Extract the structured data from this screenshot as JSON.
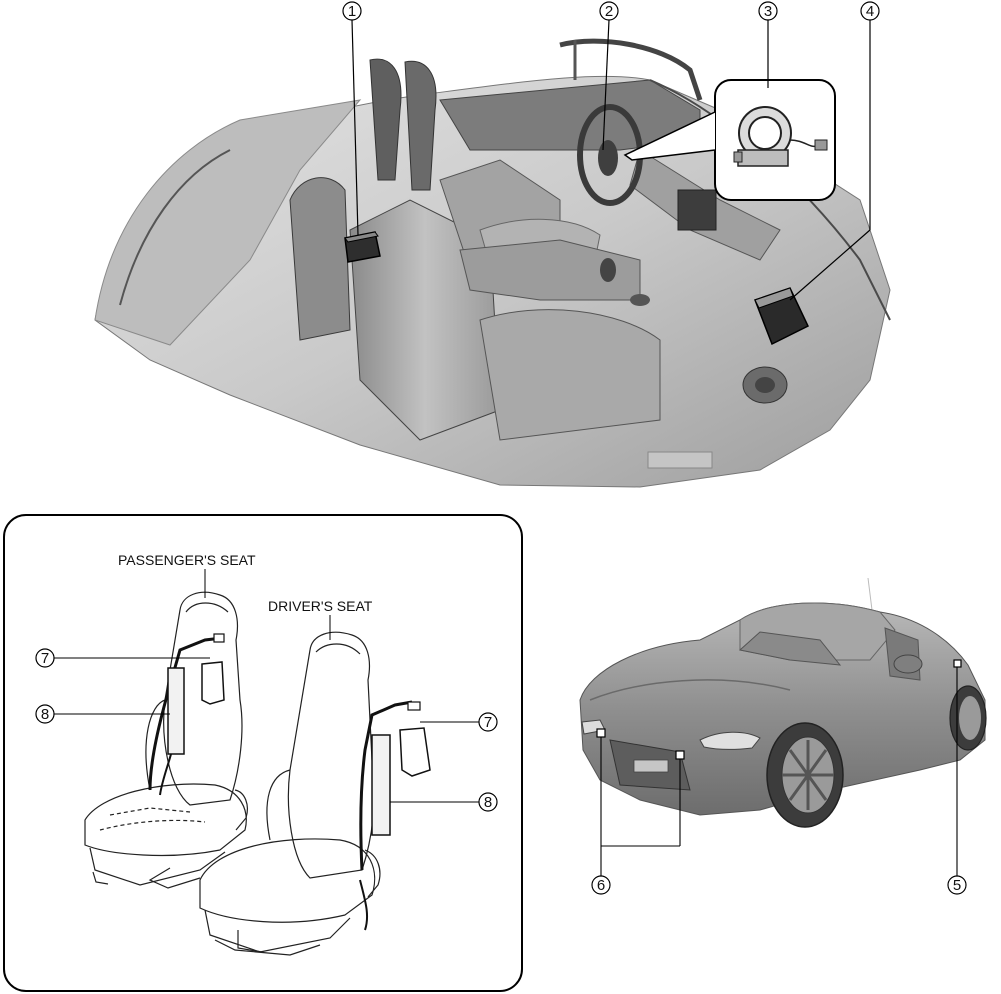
{
  "callouts": {
    "c1": "1",
    "c2": "2",
    "c3": "3",
    "c4": "4",
    "c5": "5",
    "c6": "6",
    "c7a": "7",
    "c7b": "7",
    "c8a": "8",
    "c8b": "8"
  },
  "seat_labels": {
    "passenger": "PASSENGER'S SEAT",
    "driver": "DRIVER'S SEAT"
  }
}
